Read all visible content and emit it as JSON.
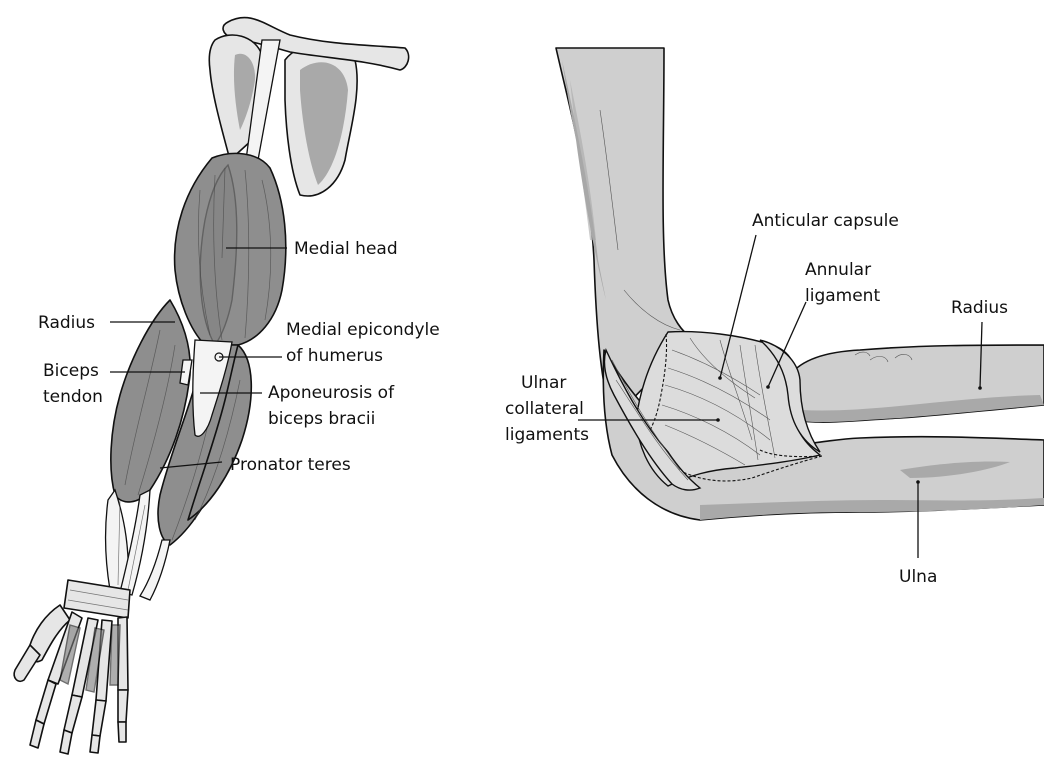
{
  "left_figure": {
    "labels": {
      "medial_head": "Medial head",
      "radius": "Radius",
      "medial_epicondyle_line1": "Medial epicondyle",
      "medial_epicondyle_line2": "of humerus",
      "biceps_tendon_line1": "Biceps",
      "biceps_tendon_line2": "tendon",
      "aponeurosis_line1": "Aponeurosis of",
      "aponeurosis_line2": "biceps bracii",
      "pronator_teres": "Pronator teres"
    }
  },
  "right_figure": {
    "labels": {
      "articular_capsule": "Anticular capsule",
      "annular_ligament_line1": "Annular",
      "annular_ligament_line2": "ligament",
      "radius": "Radius",
      "ulnar_collateral_line1": "Ulnar",
      "ulnar_collateral_line2": "collateral",
      "ulnar_collateral_line3": "ligaments",
      "ulna": "Ulna"
    }
  },
  "colors": {
    "bone": "#cfcfcf",
    "bone_light": "#e6e6e6",
    "muscle": "#8e8e8e",
    "tendon": "#f4f4f4",
    "outline": "#111111"
  }
}
